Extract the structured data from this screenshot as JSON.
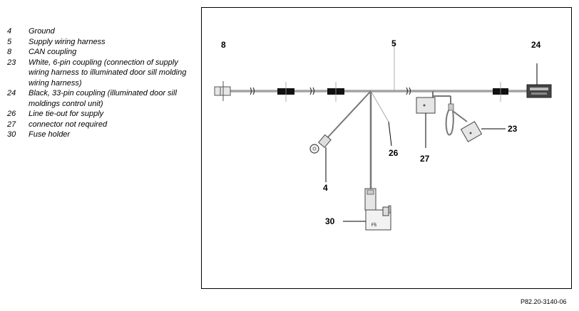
{
  "legend": [
    {
      "num": "4",
      "text": "Ground"
    },
    {
      "num": "5",
      "text": "Supply wiring harness"
    },
    {
      "num": "8",
      "text": "CAN coupling"
    },
    {
      "num": "23",
      "text": "White, 6-pin coupling (connection of supply wiring harness to illuminated door sill molding wiring harness)"
    },
    {
      "num": "24",
      "text": "Black, 33-pin coupling (illuminated door sill moldings control unit)"
    },
    {
      "num": "26",
      "text": "Line tie-out for supply"
    },
    {
      "num": "27",
      "text": "connector not required"
    },
    {
      "num": "30",
      "text": "Fuse holder"
    }
  ],
  "callouts": {
    "c8": "8",
    "c5": "5",
    "c24": "24",
    "c23": "23",
    "c26": "26",
    "c27": "27",
    "c4": "4",
    "c30": "30"
  },
  "fuse_text": "F5",
  "figure_ref": "P82.20-3140-06"
}
